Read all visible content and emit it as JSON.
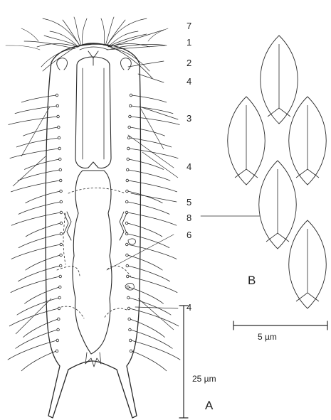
{
  "colors": {
    "ink": "#2a2a2a",
    "background": "#ffffff"
  },
  "figure": {
    "panel_a": {
      "label": "A",
      "callouts": [
        "7",
        "1",
        "2",
        "4",
        "3",
        "4",
        "5",
        "8",
        "6",
        "4"
      ],
      "scale_bar": "25 µm"
    },
    "panel_b": {
      "label": "B",
      "scale_bar": "5 µm"
    }
  }
}
